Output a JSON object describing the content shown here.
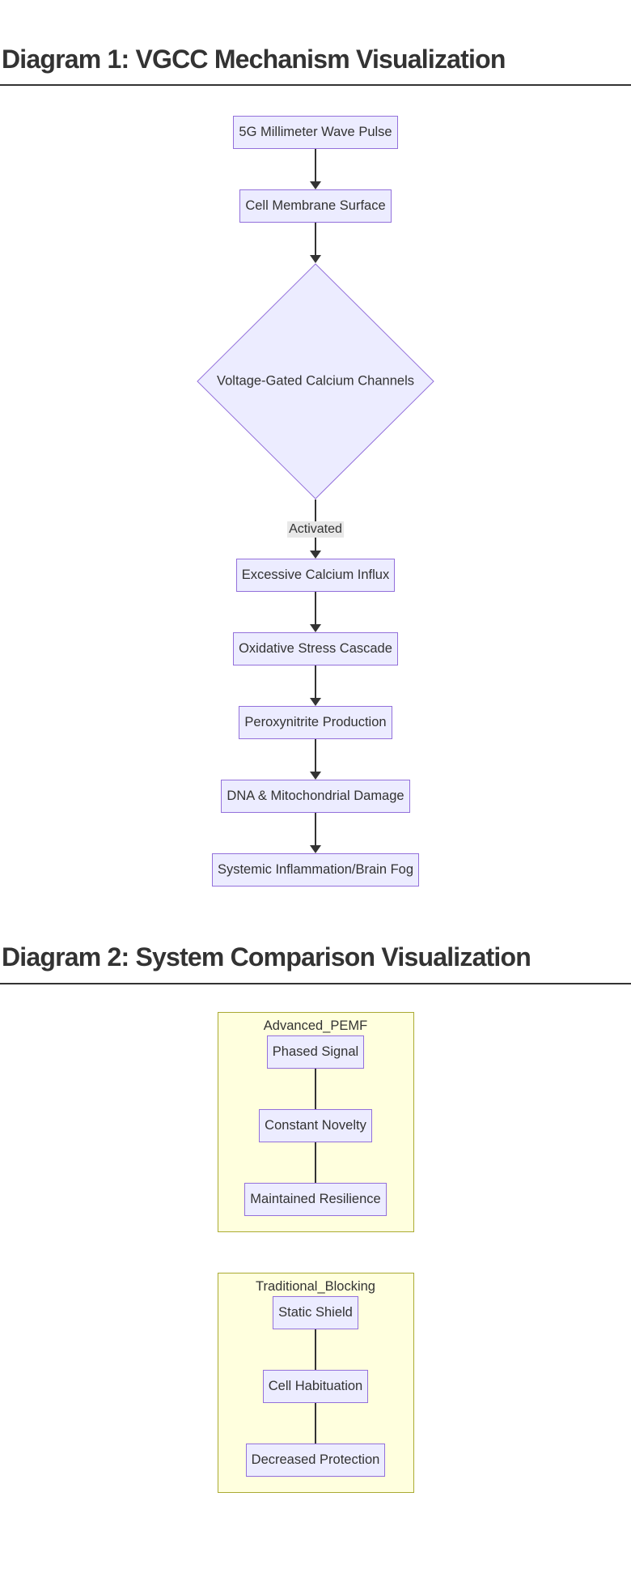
{
  "colors": {
    "node_fill": "#ECECFF",
    "node_border": "#9370DB",
    "edge_line": "#333333",
    "edge_label_bg": "#e8e8e8",
    "subgraph_fill": "#FFFFDE",
    "subgraph_border": "#AAAA33",
    "heading_text": "#333333",
    "node_text": "#333333"
  },
  "section1": {
    "title": "Diagram 1: VGCC Mechanism Visualization",
    "flow": {
      "nodes": [
        "5G Millimeter Wave Pulse",
        "Cell Membrane Surface",
        "Voltage-Gated Calcium Channels",
        "Excessive Calcium Influx",
        "Oxidative Stress Cascade",
        "Peroxynitrite Production",
        "DNA & Mitochondrial Damage",
        "Systemic Inflammation/Brain Fog"
      ],
      "decision_node": "Voltage-Gated Calcium Channels",
      "edge_label": "Activated"
    }
  },
  "section2": {
    "title": "Diagram 2: System Comparison Visualization",
    "subgraphs": [
      {
        "title": "Advanced_PEMF",
        "nodes": [
          "Phased Signal",
          "Constant Novelty",
          "Maintained Resilience"
        ]
      },
      {
        "title": "Traditional_Blocking",
        "nodes": [
          "Static Shield",
          "Cell Habituation",
          "Decreased Protection"
        ]
      }
    ]
  }
}
